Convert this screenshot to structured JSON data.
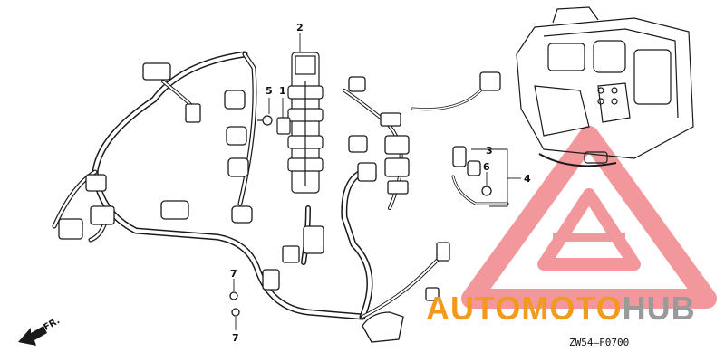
{
  "diagram": {
    "callouts": [
      "1",
      "2",
      "3",
      "4",
      "5",
      "6",
      "7",
      "7"
    ],
    "direction_label": "FR.",
    "code": "ZW54—F0700"
  },
  "watermark": {
    "part_a": "AUTOMOTO",
    "part_b": "HUB",
    "color_a": "#f19a1c",
    "color_b": "#9a9a9a",
    "triangle_color": "#e8434a"
  }
}
